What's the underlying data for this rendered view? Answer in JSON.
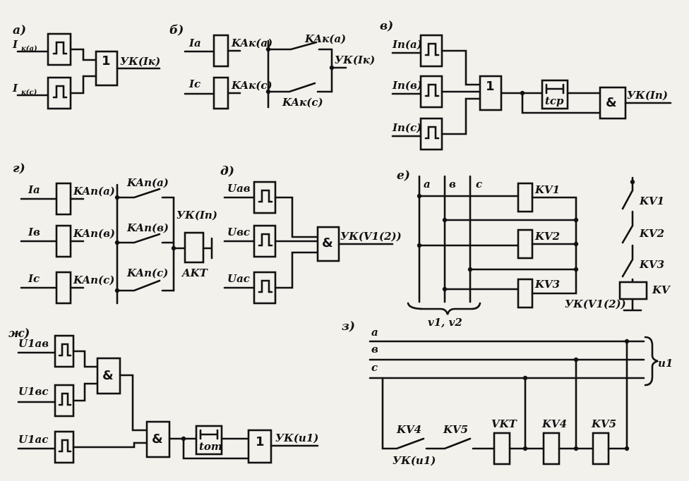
{
  "parts": {
    "a": {
      "label": "а)",
      "in1_main": "I",
      "in1_sub": "к(а)",
      "in2_main": "I",
      "in2_sub": "к(с)",
      "or_sym": "1",
      "out": "УК(Iк)"
    },
    "b": {
      "label": "б)",
      "in1": "Ia",
      "in2": "Ic",
      "relay1": "KAк(а)",
      "relay2": "KAк(с)",
      "contact1": "KAк(а)",
      "contact2": "KAк(с)",
      "out": "УК(Iк)"
    },
    "v": {
      "label": "в)",
      "in1": "Iп(а)",
      "in2": "Iп(в)",
      "in3": "Iп(с)",
      "or_sym": "1",
      "timer": "tср",
      "and_sym": "&",
      "out": "УК(Iп)"
    },
    "g": {
      "label": "г)",
      "in1": "Ia",
      "in2": "Iв",
      "in3": "Ic",
      "relay1": "KAп(а)",
      "relay2": "KAп(в)",
      "relay3": "KAп(с)",
      "contact1": "KAп(а)",
      "contact2": "KAп(в)",
      "contact3": "KAп(с)",
      "out": "УК(Iп)",
      "coil": "AKT"
    },
    "d": {
      "label": "д)",
      "in1": "Uaв",
      "in2": "Uвс",
      "in3": "Uас",
      "and_sym": "&",
      "out": "УК(V1(2))"
    },
    "e": {
      "label": "е)",
      "bus_a": "a",
      "bus_b": "в",
      "bus_c": "c",
      "relay1": "KV1",
      "relay2": "KV2",
      "relay3": "KV3",
      "contact1": "KV1",
      "contact2": "KV2",
      "contact3": "KV3",
      "coil": "KV",
      "out": "УК(V1(2))",
      "brace": "v1, v2"
    },
    "zh": {
      "label": "ж)",
      "in1": "U1aв",
      "in2": "U1вс",
      "in3": "U1ас",
      "and_sym": "&",
      "timer": "tот",
      "or_sym": "1",
      "out": "УК(u1)"
    },
    "z": {
      "label": "з)",
      "bus_a": "a",
      "bus_b": "в",
      "bus_c": "c",
      "brace": "u1",
      "contact1": "KV4",
      "contact2": "KV5",
      "coil1": "VKT",
      "coil2": "KV4",
      "coil3": "KV5",
      "out": "УК(u1)"
    }
  }
}
